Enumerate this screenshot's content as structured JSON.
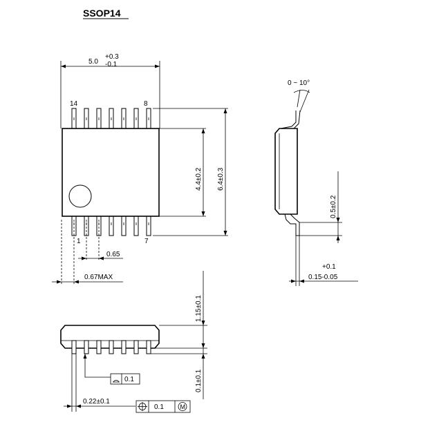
{
  "title": "SSOP14",
  "top_view": {
    "width_nominal": "5.0",
    "width_tol_plus": "+0.3",
    "width_tol_minus": "-0.1",
    "pin_top_left": "14",
    "pin_top_right": "8",
    "pin_bottom_left": "1",
    "pin_bottom_right": "7",
    "body_width": "4.4±0.2",
    "overall_width": "6.4±0.3",
    "pitch": "0.65",
    "max_overhang": "0.67MAX"
  },
  "side_view": {
    "angle": "0 ~ 10°",
    "lead_length": "0.5±0.2",
    "lead_thick_tol": "+0.1",
    "lead_thick": "0.15-0.05"
  },
  "front_view": {
    "height": "1.15±0.1",
    "standoff": "0.1±0.1",
    "lead_width": "0.22±0.1",
    "coplanarity": "0.1",
    "position_tol": "0.1",
    "mmc_symbol": "M"
  }
}
